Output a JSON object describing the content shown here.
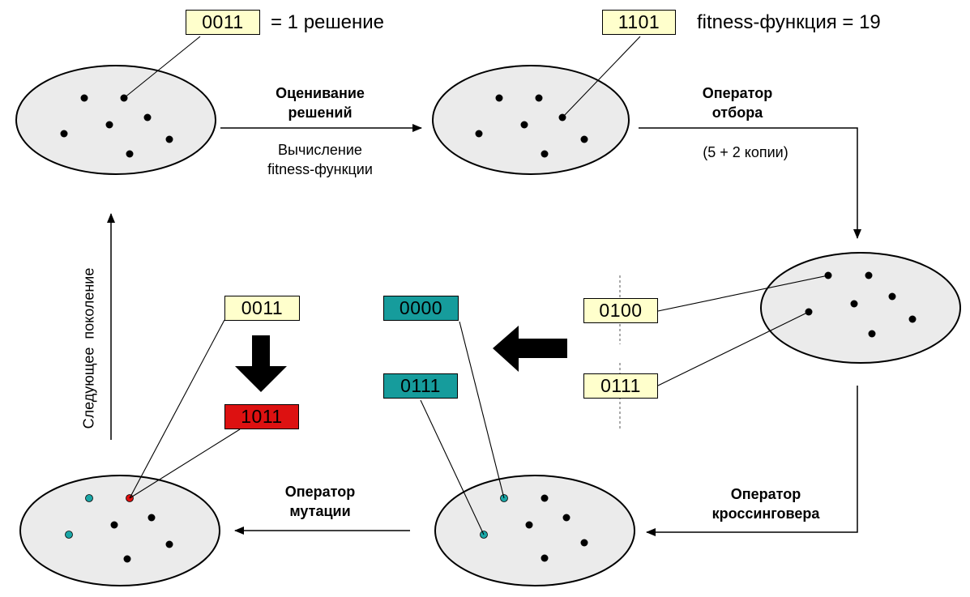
{
  "codes": {
    "top_left": "0011",
    "top_right": "1101",
    "parent_a": "0100",
    "parent_b": "0111",
    "child_a": "0000",
    "child_b": "0111",
    "before_mutation": "0011",
    "after_mutation": "1011"
  },
  "captions": {
    "one_solution": "= 1 решение",
    "fitness_value": "fitness-функция = 19"
  },
  "steps": {
    "evaluation_title_line1": "Оценивание",
    "evaluation_title_line2": "решений",
    "evaluation_sub_line1": "Вычисление",
    "evaluation_sub_line2": "fitness-функции",
    "selection_title_line1": "Оператор",
    "selection_title_line2": "отбора",
    "selection_sub": "(5 + 2 копии)",
    "crossover_title_line1": "Оператор",
    "crossover_title_line2": "кроссинговера",
    "mutation_title_line1": "Оператор",
    "mutation_title_line2": "мутации",
    "next_generation": "Следующее  поколение"
  },
  "colors": {
    "code_bg": "#ffffcc",
    "child_bg": "#169c9c",
    "mutated_bg": "#dd1111",
    "population_fill": "#ebebeb",
    "teal_point": "#1aa6a6",
    "red_point": "#e01010"
  }
}
